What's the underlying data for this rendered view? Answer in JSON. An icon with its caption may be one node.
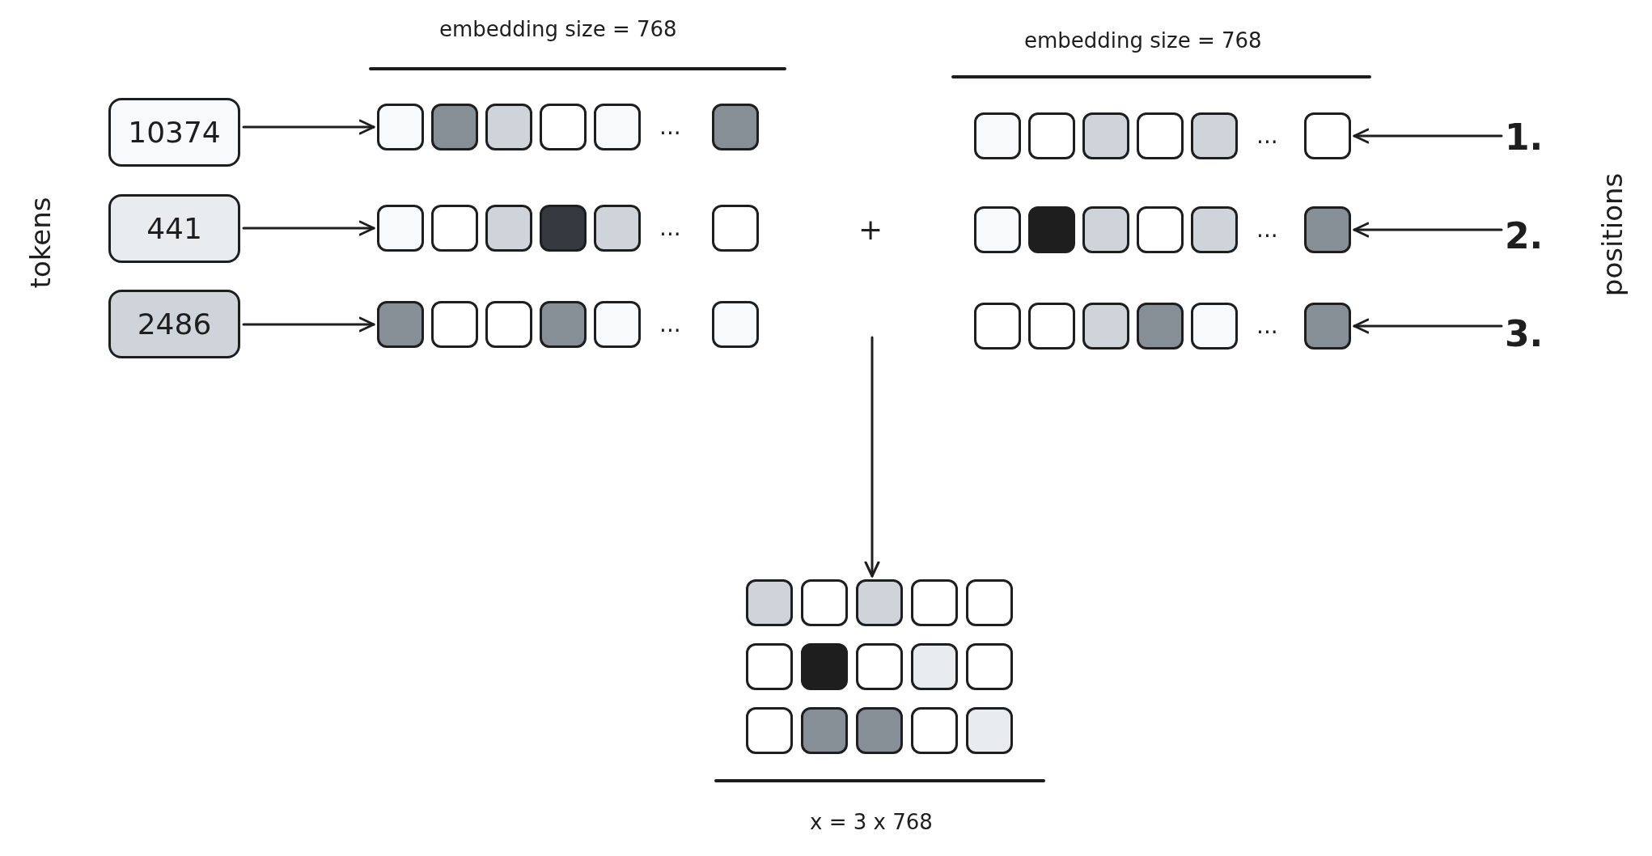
{
  "diagram": {
    "nodes": [
      {
        "text": [
          "10374"
        ]
      },
      {
        "text": [
          "..."
        ]
      },
      {
        "text": [
          "..."
        ]
      },
      {
        "text": [
          "1."
        ]
      },
      {
        "text": [
          "441"
        ]
      },
      {
        "text": [
          "..."
        ]
      },
      {
        "text": [
          "..."
        ]
      },
      {
        "text": [
          "2."
        ]
      },
      {
        "text": [
          "2486"
        ]
      },
      {
        "text": [
          "..."
        ]
      },
      {
        "text": [
          "..."
        ]
      },
      {
        "text": [
          "3."
        ]
      },
      {
        "text": [],
        "shape": "box"
      }
    ],
    "edges": [
      {
        "from": 0,
        "to": 1,
        "arrow": "to"
      },
      {
        "from": 3,
        "to": 2,
        "arrow": "to"
      },
      {
        "from": 4,
        "to": 5,
        "arrow": "to"
      },
      {
        "from": 7,
        "to": 6,
        "arrow": "to"
      },
      {
        "from": 8,
        "to": 9,
        "arrow": "to"
      },
      {
        "from": 11,
        "to": 10,
        "arrow": "to"
      },
      {
        "from": null,
        "to": 12,
        "arrow": "to"
      }
    ],
    "labels": [
      "embedding size = 768",
      "embedding size = 768",
      "tokens",
      "+",
      "positions",
      "x = 3 x 768"
    ]
  }
}
